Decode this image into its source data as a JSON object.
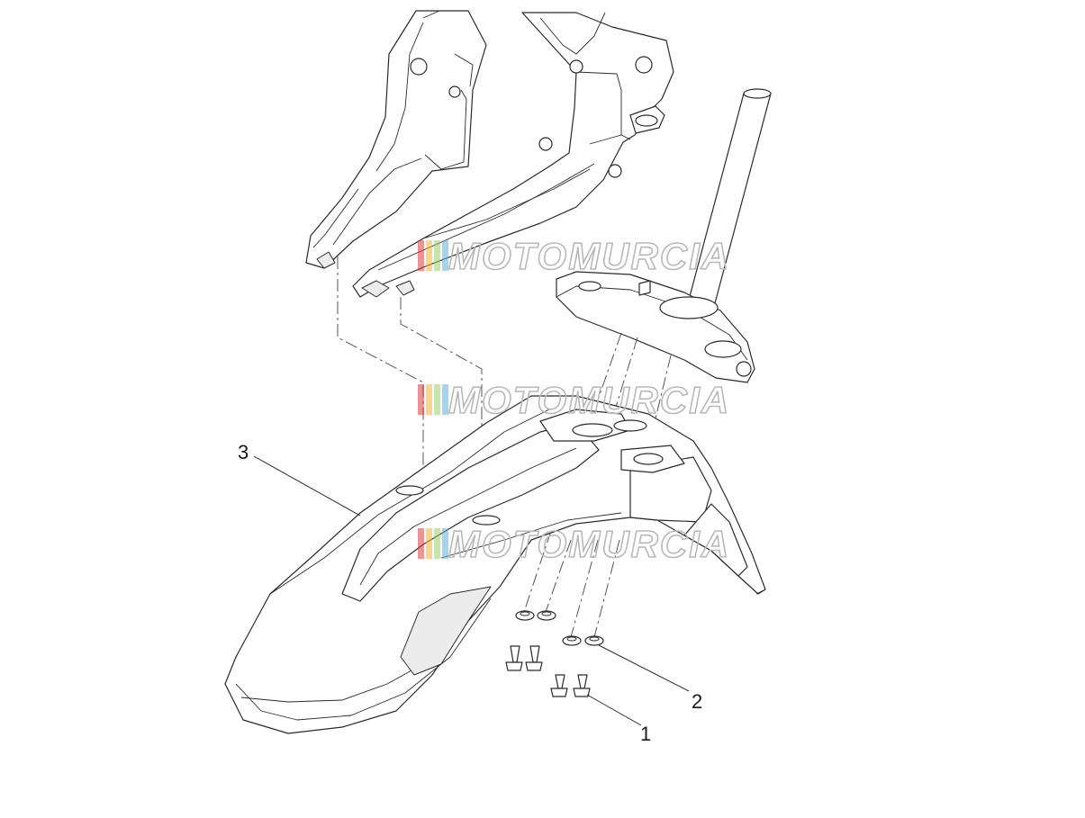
{
  "diagram": {
    "callouts": [
      {
        "id": "1",
        "label": "1"
      },
      {
        "id": "2",
        "label": "2"
      },
      {
        "id": "3",
        "label": "3"
      }
    ]
  },
  "watermark": {
    "text": "MOTOMURCIA",
    "stripe_colors": [
      "#e03a3a",
      "#f2b531",
      "#9ccf6b",
      "#5ab1e3"
    ]
  }
}
